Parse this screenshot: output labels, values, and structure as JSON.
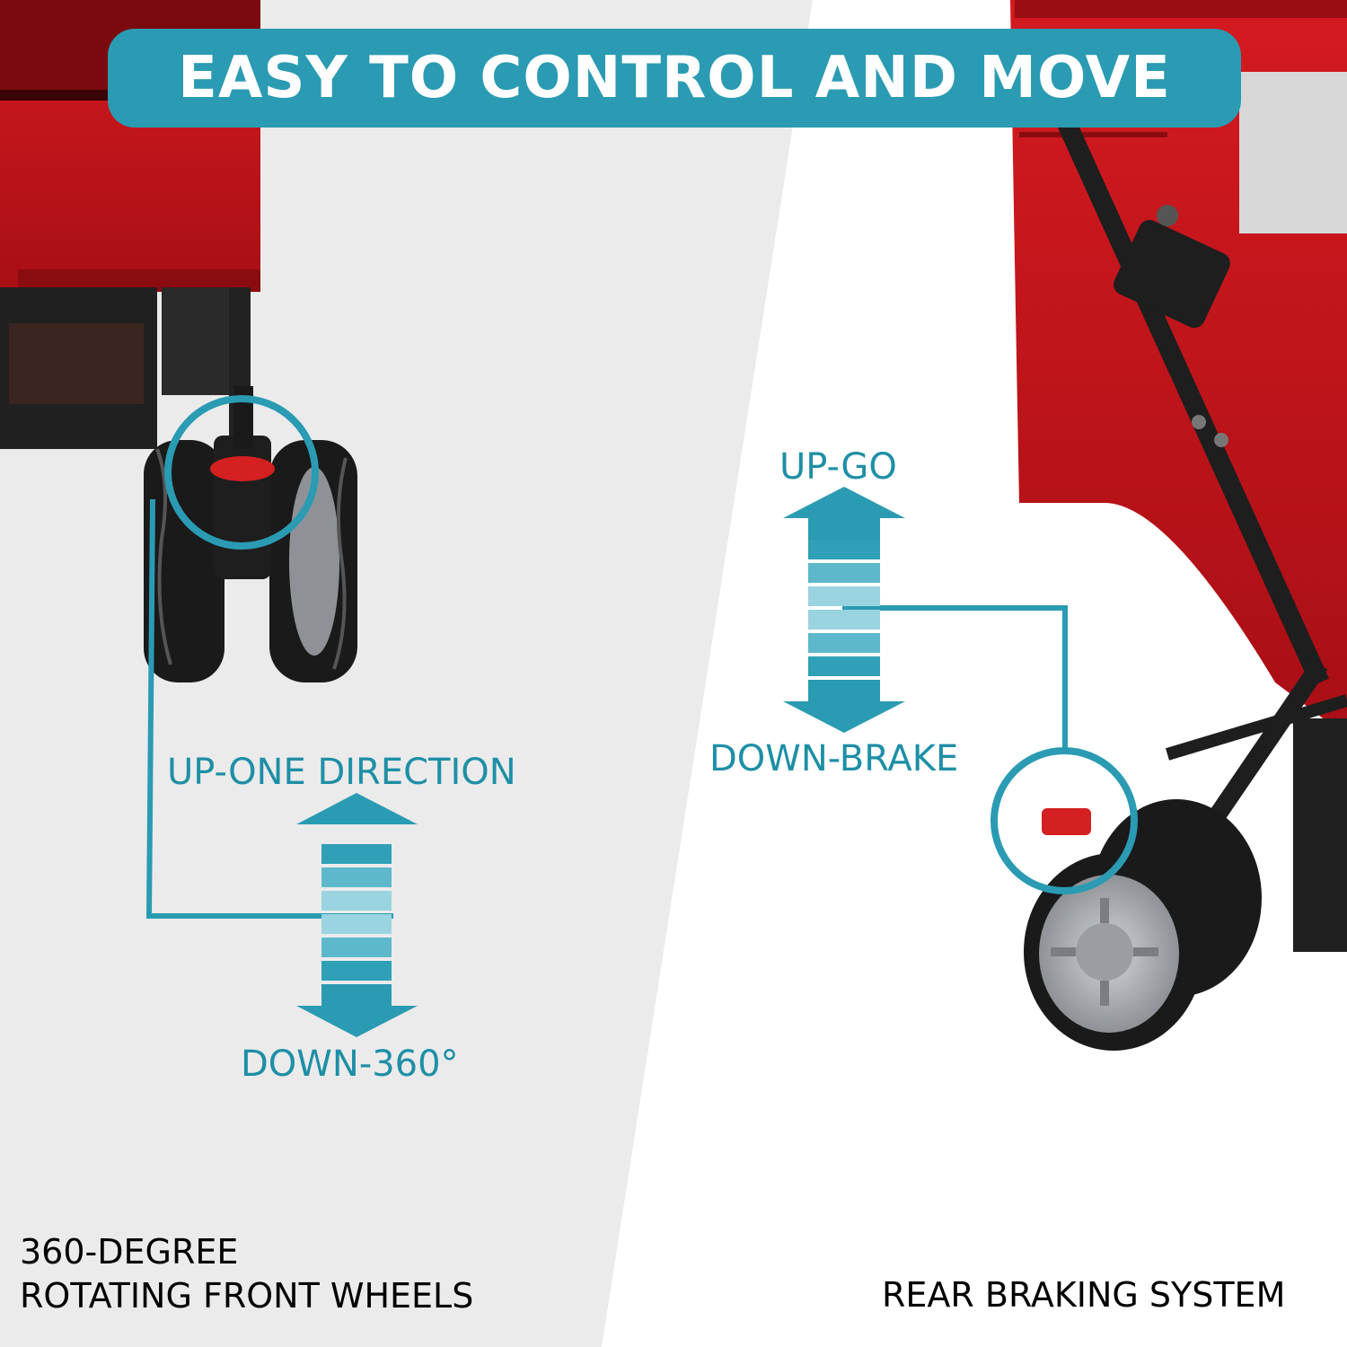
{
  "banner": {
    "title": "EASY TO CONTROL AND MOVE"
  },
  "left_panel": {
    "up_label": "UP-ONE DIRECTION",
    "down_label": "DOWN-360°",
    "caption_line1": "360-DEGREE",
    "caption_line2": "ROTATING FRONT WHEELS"
  },
  "right_panel": {
    "up_label": "UP-GO",
    "down_label": "DOWN-BRAKE",
    "caption": "REAR BRAKING SYSTEM"
  },
  "colors": {
    "accent": "#2a9bb3",
    "label_teal": "#1e8fa6",
    "fabric_red": "#c8141b",
    "tire_black": "#1a1a1a",
    "hub_grey": "#b9bcc0",
    "left_bg": "#ebebeb",
    "right_bg": "#ffffff"
  }
}
